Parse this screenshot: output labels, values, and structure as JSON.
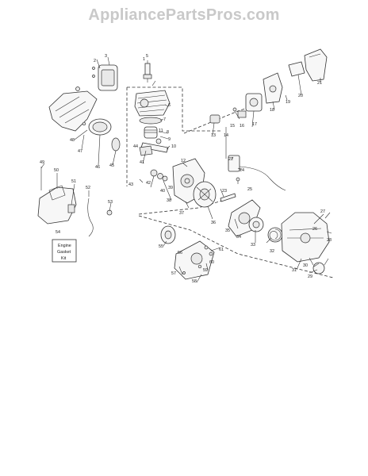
{
  "watermark": "AppliancePartsPros.com",
  "kit": {
    "number": "54",
    "line1": "Engine",
    "line2": "Gasket",
    "line3": "Kit"
  },
  "labels": [
    {
      "id": "l1",
      "text": "1"
    },
    {
      "id": "l2",
      "text": "2"
    },
    {
      "id": "l3",
      "text": "3"
    },
    {
      "id": "l5",
      "text": "5"
    },
    {
      "id": "l6",
      "text": "6"
    },
    {
      "id": "l7",
      "text": "7"
    },
    {
      "id": "l8",
      "text": "8"
    },
    {
      "id": "l9",
      "text": "9"
    },
    {
      "id": "l10",
      "text": "10"
    },
    {
      "id": "l11",
      "text": "11"
    },
    {
      "id": "l12",
      "text": "12"
    },
    {
      "id": "l13",
      "text": "13"
    },
    {
      "id": "l14",
      "text": "14"
    },
    {
      "id": "l15",
      "text": "15"
    },
    {
      "id": "l16",
      "text": "16"
    },
    {
      "id": "l17",
      "text": "17"
    },
    {
      "id": "l18",
      "text": "18"
    },
    {
      "id": "l19",
      "text": "19"
    },
    {
      "id": "l20",
      "text": "20"
    },
    {
      "id": "l21",
      "text": "21"
    },
    {
      "id": "l22",
      "text": "22"
    },
    {
      "id": "l23",
      "text": "23"
    },
    {
      "id": "l24",
      "text": "24"
    },
    {
      "id": "l25",
      "text": "25"
    },
    {
      "id": "l26",
      "text": "26"
    },
    {
      "id": "l27",
      "text": "27"
    },
    {
      "id": "l28",
      "text": "28"
    },
    {
      "id": "l29",
      "text": "29"
    },
    {
      "id": "l30",
      "text": "30"
    },
    {
      "id": "l31",
      "text": "31"
    },
    {
      "id": "l32",
      "text": "32"
    },
    {
      "id": "l33",
      "text": "33"
    },
    {
      "id": "l34",
      "text": "34"
    },
    {
      "id": "l35",
      "text": "35"
    },
    {
      "id": "l36",
      "text": "36"
    },
    {
      "id": "l37",
      "text": "37"
    },
    {
      "id": "l38",
      "text": "38"
    },
    {
      "id": "l39",
      "text": "39"
    },
    {
      "id": "l40",
      "text": "40"
    },
    {
      "id": "l41",
      "text": "41"
    },
    {
      "id": "l42",
      "text": "42"
    },
    {
      "id": "l43",
      "text": "43"
    },
    {
      "id": "l44",
      "text": "44"
    },
    {
      "id": "l45",
      "text": "45"
    },
    {
      "id": "l46",
      "text": "46"
    },
    {
      "id": "l47",
      "text": "47"
    },
    {
      "id": "l48",
      "text": "48"
    },
    {
      "id": "l49",
      "text": "49"
    },
    {
      "id": "l50",
      "text": "50"
    },
    {
      "id": "l51",
      "text": "51"
    },
    {
      "id": "l52",
      "text": "52"
    },
    {
      "id": "l53",
      "text": "53"
    },
    {
      "id": "l55",
      "text": "55"
    },
    {
      "id": "l56",
      "text": "56"
    },
    {
      "id": "l57",
      "text": "57"
    },
    {
      "id": "l58",
      "text": "58"
    },
    {
      "id": "l59",
      "text": "59"
    },
    {
      "id": "l60",
      "text": "60"
    },
    {
      "id": "l61",
      "text": "61"
    }
  ]
}
